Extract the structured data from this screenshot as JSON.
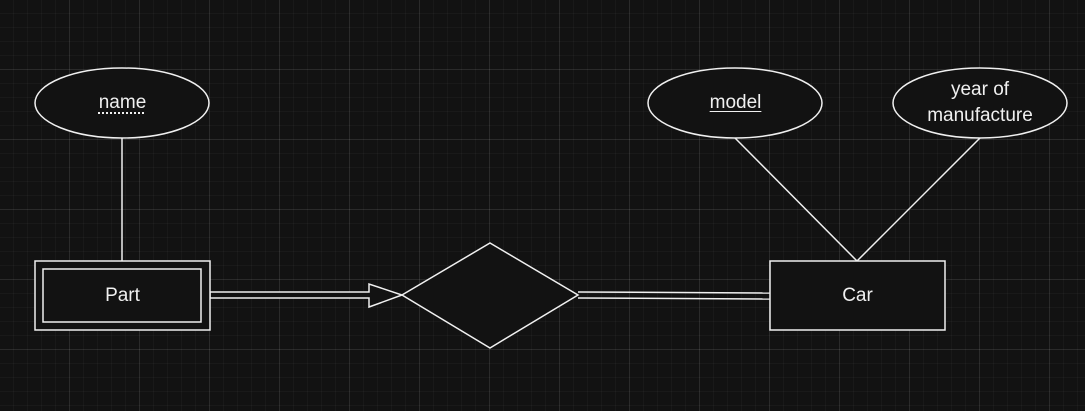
{
  "diagram": {
    "entities": {
      "part": {
        "label": "Part",
        "weak": true
      },
      "car": {
        "label": "Car",
        "weak": false
      }
    },
    "attributes": {
      "name": {
        "label": "name",
        "key_type": "partial"
      },
      "model": {
        "label": "model",
        "key_type": "key"
      },
      "year": {
        "label": "year of manufacture",
        "key_type": "none"
      }
    },
    "relationship": {
      "label": "",
      "identifying": false
    }
  },
  "colors": {
    "background": "#121212",
    "stroke": "#f0f0f0",
    "text": "#f0f0f0"
  }
}
